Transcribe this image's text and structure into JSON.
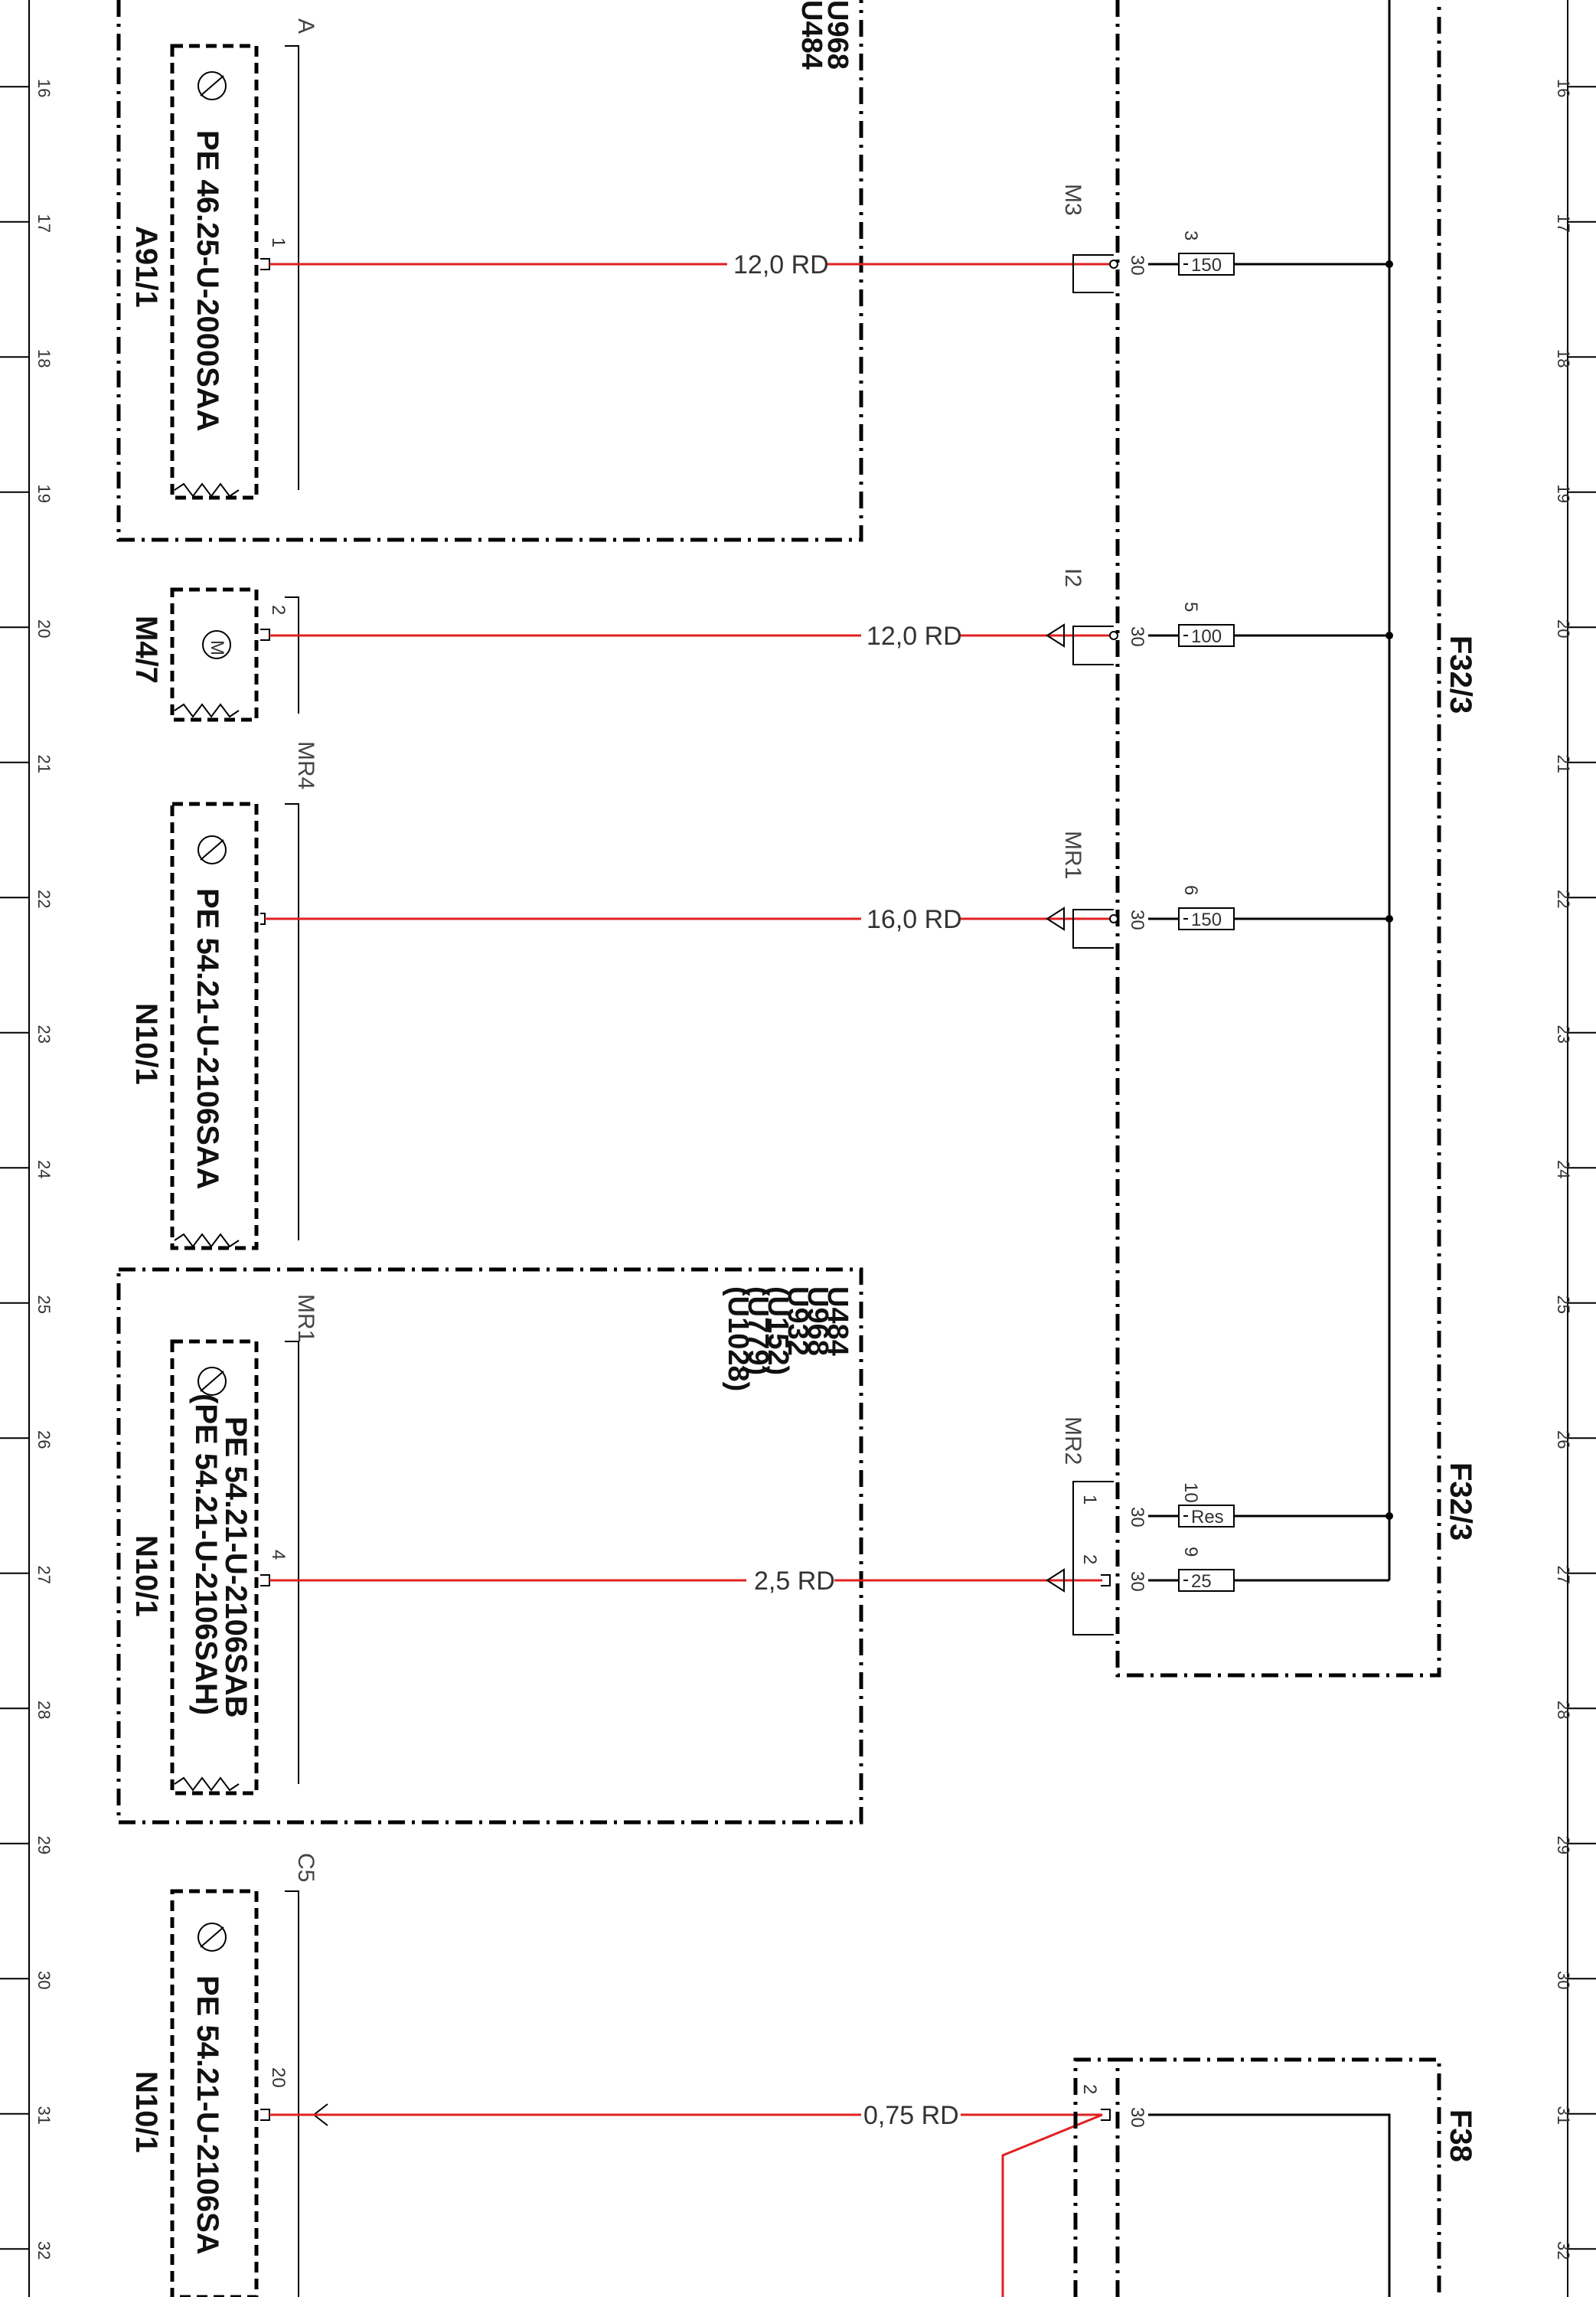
{
  "grid": {
    "numbers": [
      "16",
      "17",
      "18",
      "19",
      "20",
      "21",
      "22",
      "23",
      "24",
      "25",
      "26",
      "27",
      "28",
      "29",
      "30",
      "31",
      "32"
    ]
  },
  "wires": [
    {
      "label": "12,0 RD",
      "color": "#e02020"
    },
    {
      "label": "12,0 RD",
      "color": "#e02020"
    },
    {
      "label": "16,0 RD",
      "color": "#e02020"
    },
    {
      "label": "2,5 RD",
      "color": "#e02020"
    },
    {
      "label": "0,75 RD",
      "color": "#e02020"
    }
  ],
  "components": {
    "a91": {
      "id": "A91/1",
      "pe": "PE 46.25-U-2000SAA",
      "connector": "A",
      "pin": "1"
    },
    "m47": {
      "id": "M4/7",
      "connector": "2",
      "pin": "2"
    },
    "n10_a": {
      "id": "N10/1",
      "pe": "PE 54.21-U-2106SAA",
      "connector": "MR4"
    },
    "n10_b": {
      "id": "N10/1",
      "pe1": "PE 54.21-U-2106SAB",
      "pe2": "(PE 54.21-U-2106SAH)",
      "connector": "MR1",
      "pin": "4"
    },
    "n10_c": {
      "id": "N10/1",
      "pe": "PE 54.21-U-2106SA",
      "connector": "C5",
      "pin": "20"
    }
  },
  "variants_top": [
    "U968",
    "U484"
  ],
  "variants_mid": [
    "U484",
    "U968",
    "U932",
    "(U152)",
    "(U779)",
    "(U1028)"
  ],
  "fuse_box": {
    "id_top": "F32/3",
    "id_mid": "F32/3",
    "id_bottom": "F38",
    "terminal": "30",
    "connectors": [
      "M3",
      "I2",
      "MR1",
      "MR2"
    ],
    "fuses": [
      {
        "num": "3",
        "rating": "150"
      },
      {
        "num": "5",
        "rating": "100"
      },
      {
        "num": "6",
        "rating": "150"
      },
      {
        "num": "10",
        "rating": "Res"
      },
      {
        "num": "9",
        "rating": "25"
      }
    ],
    "mr2_pins": [
      "1",
      "2"
    ],
    "f38_pin": "2"
  }
}
